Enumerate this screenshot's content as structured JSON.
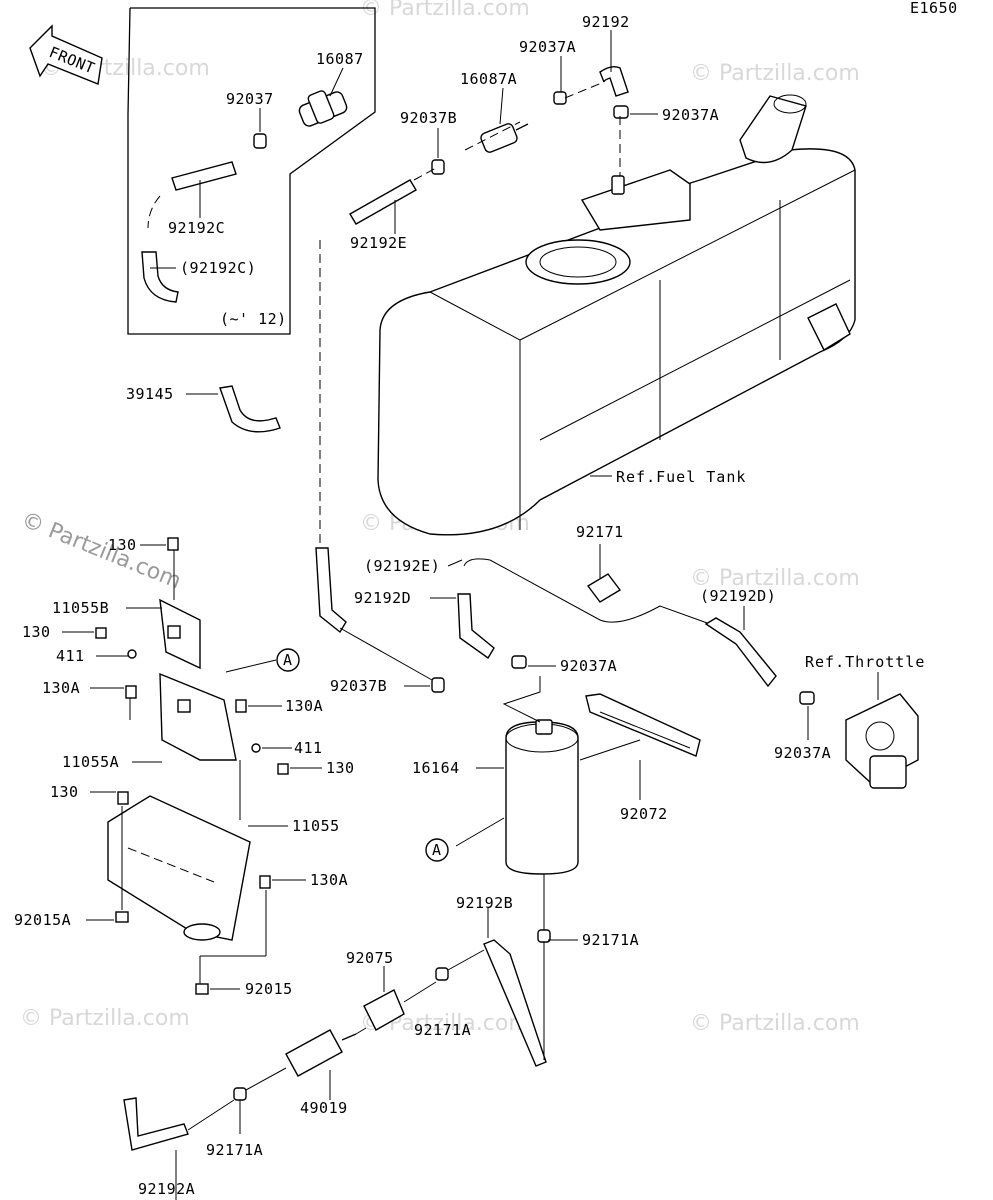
{
  "diagram_code": "E1650",
  "front_label": "FRONT",
  "watermark": "© Partzilla.com",
  "callouts": {
    "c_92192": "92192",
    "c_92037A_top": "92037A",
    "c_16087": "16087",
    "c_16087A": "16087A",
    "c_92037_kit": "92037",
    "c_92037A_right": "92037A",
    "c_92037B_top": "92037B",
    "c_92192C": "92192C",
    "c_92192C_paren": "(92192C)",
    "c_kit_note": "(~' 12)",
    "c_92192E": "92192E",
    "c_39145": "39145",
    "c_fuel_tank": "Ref.Fuel Tank",
    "c_130_top": "130",
    "c_11055B": "11055B",
    "c_130_b": "130",
    "c_411_a": "411",
    "c_130A_a": "130A",
    "c_130A_b": "130A",
    "c_411_b": "411",
    "c_11055A": "11055A",
    "c_130_c": "130",
    "c_130_d": "130",
    "c_11055": "11055",
    "c_130A_c": "130A",
    "c_92015A": "92015A",
    "c_92015": "92015",
    "c_92192E_paren": "(92192E)",
    "c_92192D": "92192D",
    "c_92037A_mid": "92037A",
    "c_92037B_mid": "92037B",
    "c_92171": "92171",
    "c_92192D_paren": "(92192D)",
    "c_throttle": "Ref.Throttle",
    "c_92037A_thr": "92037A",
    "c_16164": "16164",
    "c_92072": "92072",
    "c_marker_A1": "A",
    "c_marker_A2": "A",
    "c_92192B": "92192B",
    "c_92171A_r": "92171A",
    "c_92075": "92075",
    "c_92171A_m": "92171A",
    "c_49019": "49019",
    "c_92171A_l": "92171A",
    "c_92192A": "92192A"
  }
}
